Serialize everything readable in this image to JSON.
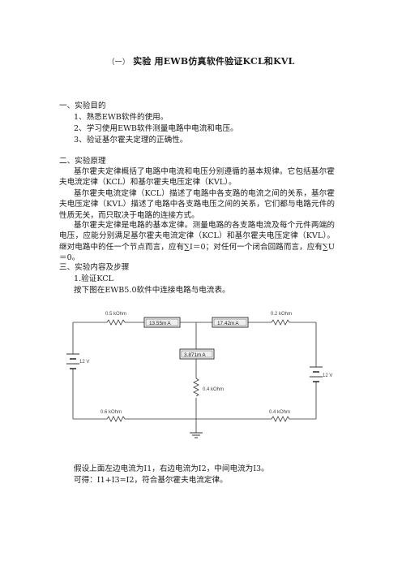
{
  "title": {
    "prefix": "（一）",
    "text": "实验  用EWB仿真软件验证KCL和KVL"
  },
  "sections": {
    "s1": {
      "heading": "一、实验目的",
      "items": [
        "1、熟悉EWB软件的使用。",
        "2、学习使用EWB软件测量电路中电流和电压。",
        "3、验证基尔霍夫定理的正确性。"
      ]
    },
    "s2": {
      "heading": "二、实验原理",
      "p1": "基尔霍夫定律概括了电路中电流和电压分别遵循的基本规律。它包括基尔霍夫电流定律（KCL）和基尔霍夫电压定律（KVL）。",
      "p2": "基尔霍夫电流定律（KCL）描述了电路中各支路的电流之间的关系，基尔霍夫电压定律（KVL）描述了电路中各支路电压之间的关系，它们都与电路元件的性质无关，而只取决于电路的连接方式。",
      "p3": "基尔霍夫定律是电路的基本定律。测量电路的各支路电流及每个元件两端的电压，应能分别满足基尔霍夫电流定律（KCL）和基尔霍夫电压定律（KVL）。继对电路中的任一个节点而言，应有∑I＝0；对任何一个闭合回路而言，应有∑U＝0。"
    },
    "s3": {
      "heading": "三、实验内容及步骤",
      "sub": "1.验证KCL",
      "line": "按下图在EWB5.0软件中连接电路与电流表。"
    }
  },
  "circuit": {
    "r_top_left": "0.5 kOhm",
    "r_top_right": "0.2 kOhm",
    "r_middle": "0.4 kOhm",
    "r_bottom_left": "0.6 kOhm",
    "r_bottom_right": "0.4 kOhm",
    "v_left": "12 V",
    "v_right": "12 V",
    "ammeter_left": "13.55m",
    "ammeter_right": "17.42m",
    "ammeter_middle": "3.871m",
    "ammeter_unit": "A"
  },
  "footer": {
    "line1": "假设上面左边电流为I1，右边电流为I2，中间电流为I3。",
    "line2": "可得：I1+I3=I2，符合基尔霍夫电流定律。"
  }
}
